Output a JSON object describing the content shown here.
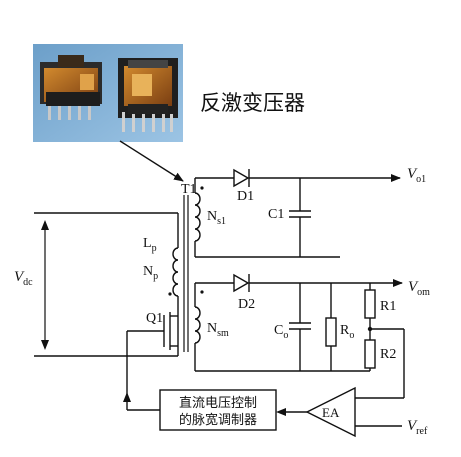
{
  "photo": {
    "caption": "反激变压器"
  },
  "labels": {
    "transformer": "T1",
    "diode1": "D1",
    "diode2": "D2",
    "cap1": "C1",
    "cap_o": "C",
    "cap_o_sub": "o",
    "res_o": "R",
    "res_o_sub": "o",
    "r1": "R1",
    "r2": "R2",
    "lp": "L",
    "lp_sub": "p",
    "np": "N",
    "np_sub": "p",
    "ns1": "N",
    "ns1_sub": "s1",
    "nsm": "N",
    "nsm_sub": "sm",
    "switch": "Q1",
    "vdc": "V",
    "vdc_sub": "dc",
    "vo1": "V",
    "vo1_sub": "o1",
    "vom": "V",
    "vom_sub": "om",
    "vref": "V",
    "vref_sub": "ref",
    "ea": "EA",
    "pwm_line1": "直流电压控制",
    "pwm_line2": "的脉宽调制器"
  }
}
